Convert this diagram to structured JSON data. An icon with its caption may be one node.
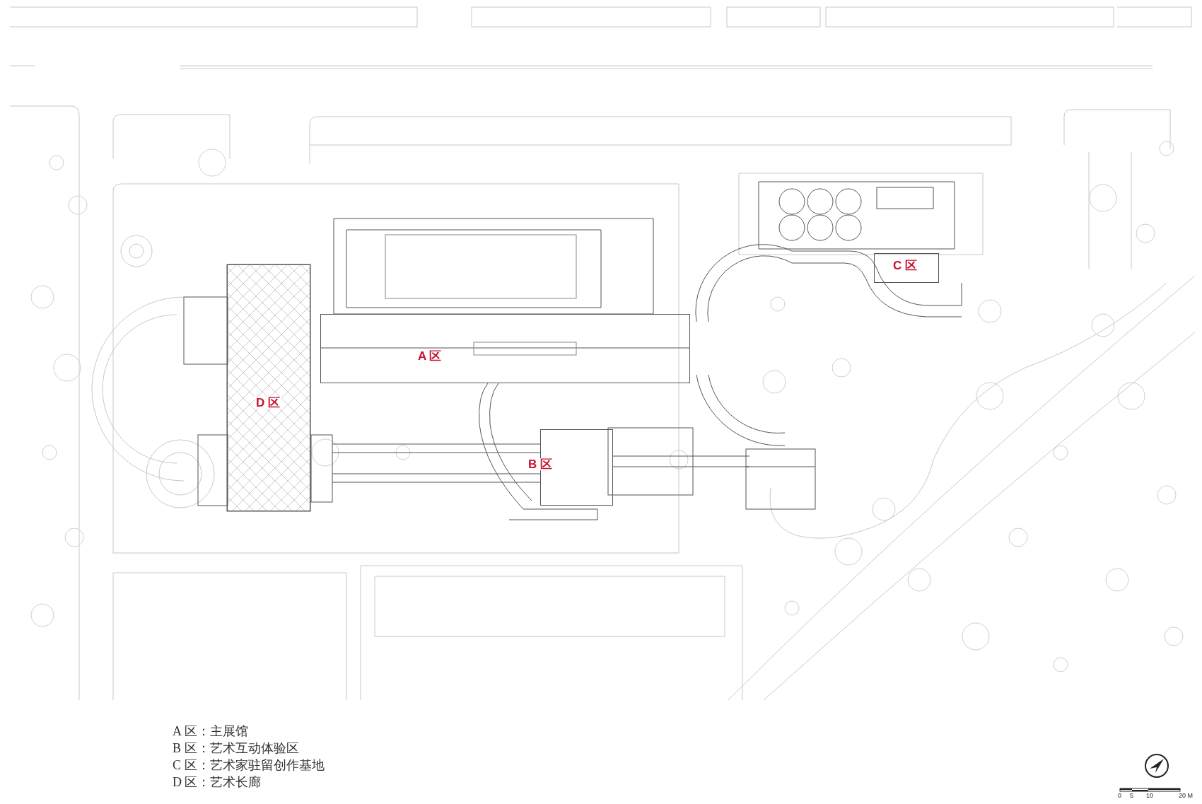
{
  "diagram": {
    "nodes": [
      {
        "text": [
          "A 区"
        ]
      },
      {
        "text": [
          "B 区"
        ]
      },
      {
        "text": [
          "C 区"
        ]
      },
      {
        "text": [
          "D 区"
        ]
      }
    ],
    "labels": [
      "A 区：主展馆",
      "B 区：艺术互动体验区",
      "C 区：艺术家驻留创作基地",
      "D 区：艺术长廊",
      "0",
      "5",
      "10",
      "20 M"
    ]
  }
}
